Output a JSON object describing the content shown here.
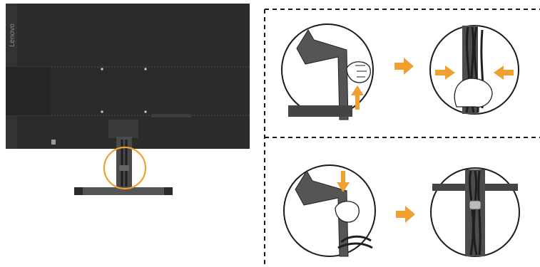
{
  "brand": {
    "logo_text": "Lenovo"
  },
  "colors": {
    "monitor_body": "#2b2b2b",
    "monitor_detail": "#3a3a3a",
    "stand": "#4d4d4d",
    "highlight_circle": "#f0a030",
    "arrow": "#f0a030",
    "dash_border": "#1a1a1a",
    "cable": "#1e1e1e",
    "detail_bg": "#ffffff"
  },
  "panels": {
    "step_1": {
      "left_detail": {
        "icon": "remove-cable-clip-icon",
        "arrow_direction": "up"
      },
      "transition_arrow": "right-arrow-icon",
      "right_detail": {
        "icon": "gather-cables-icon",
        "arrow_direction": "inward"
      }
    },
    "step_2": {
      "left_detail": {
        "icon": "attach-cable-clip-icon",
        "arrow_direction": "down"
      },
      "transition_arrow": "right-arrow-icon",
      "right_detail": {
        "icon": "cables-routed-icon"
      }
    }
  }
}
